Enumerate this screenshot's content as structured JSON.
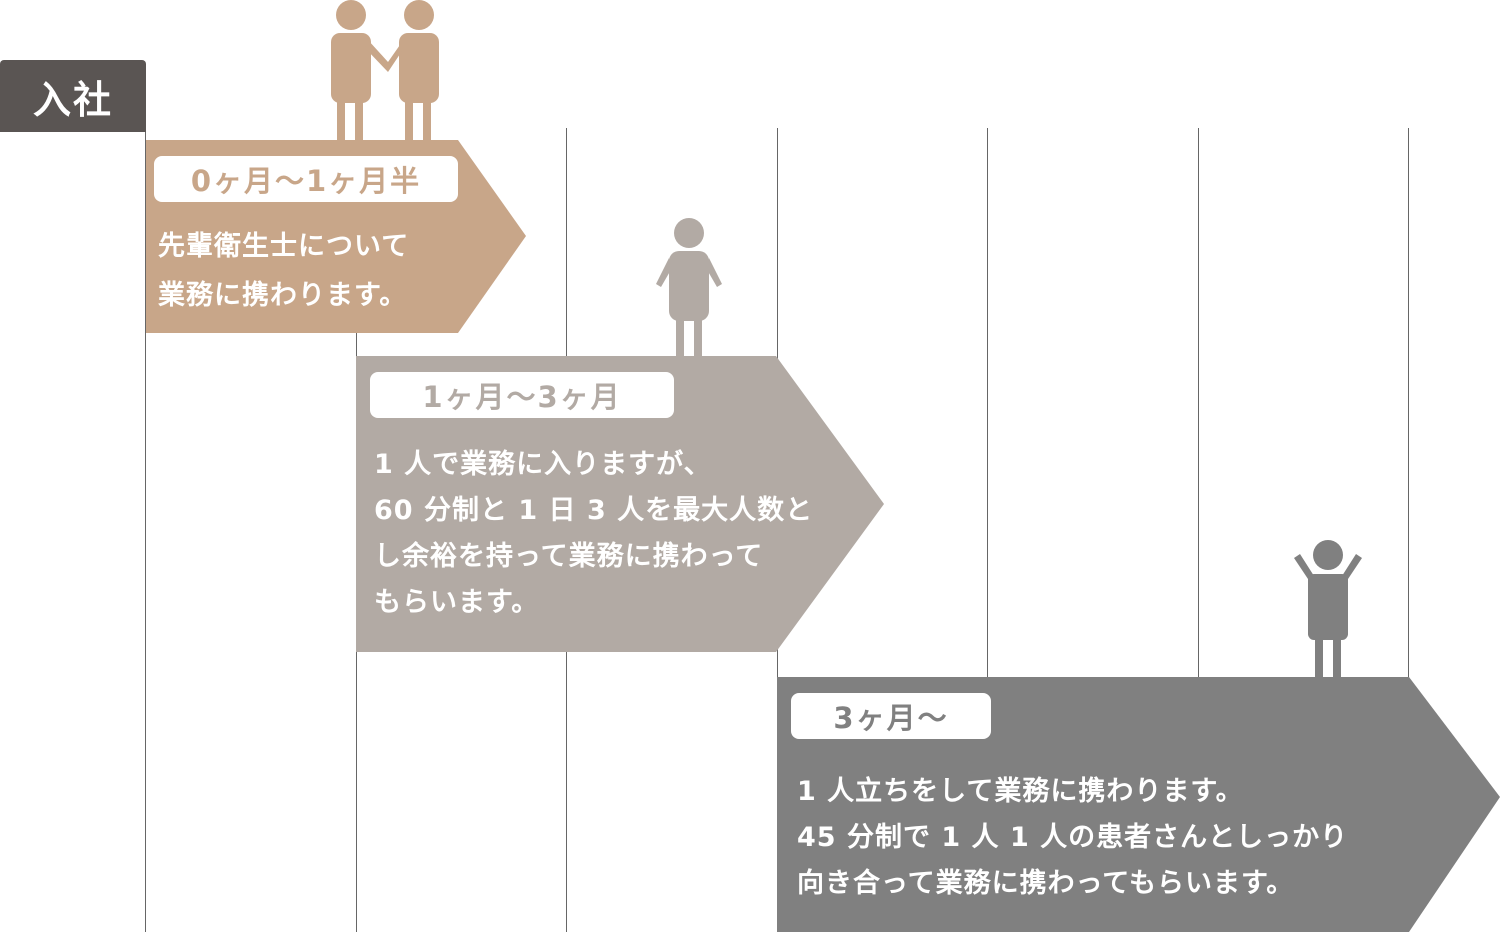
{
  "start_label": "入社",
  "colors": {
    "start_tag": "#5a5553",
    "stage1": "#c8a689",
    "stage2": "#b2aaa4",
    "stage3": "#808080",
    "gridline": "#666666"
  },
  "stages": [
    {
      "period": "0ヶ月〜1ヶ月半",
      "lines": [
        "先輩衛生士について",
        "業務に携わります。"
      ],
      "figure": "two-people-holding-hands-icon"
    },
    {
      "period": "1ヶ月〜3ヶ月",
      "lines": [
        "1 人で業務に入りますが、",
        "60 分制と 1 日 3 人を最大人数と",
        "し余裕を持って業務に携わって",
        "もらいます。"
      ],
      "figure": "person-standing-icon"
    },
    {
      "period": "3ヶ月〜",
      "lines": [
        "1 人立ちをして業務に携わります。",
        "45 分制で 1 人 1 人の患者さんとしっかり",
        "向き合って業務に携わってもらいます。"
      ],
      "figure": "person-arms-raised-icon"
    }
  ]
}
